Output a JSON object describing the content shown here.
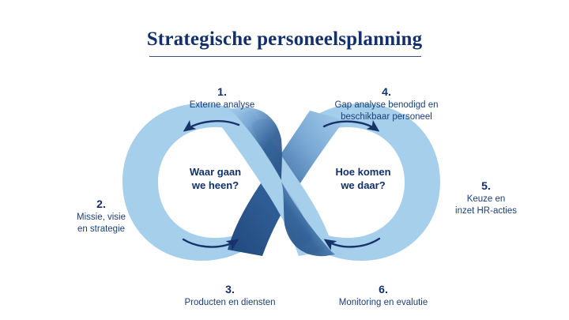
{
  "header": {
    "title": "Strategische personeelsplanning"
  },
  "diagram": {
    "type": "infinity-loop",
    "colors": {
      "band_light": "#a6cfec",
      "band_mid": "#8dc0e5",
      "band_dark": "#2f5e96",
      "band_darkest": "#204a7e",
      "text_navy": "#12306b",
      "label_navy": "#1b3f77",
      "rule": "#2f4f8f",
      "background": "#ffffff"
    },
    "inner_captions": [
      {
        "id": "left",
        "text": "Waar gaan\nwe heen?"
      },
      {
        "id": "right",
        "text": "Hoe komen\nwe daar?"
      }
    ],
    "arrows": [
      {
        "id": "left-top",
        "direction": "left"
      },
      {
        "id": "left-bottom",
        "direction": "right"
      },
      {
        "id": "right-top",
        "direction": "right"
      },
      {
        "id": "right-bottom",
        "direction": "left"
      }
    ],
    "steps": [
      {
        "number": "1.",
        "text": "Externe analyse",
        "position": "top-left"
      },
      {
        "number": "2.",
        "text": "Missie, visie\nen strategie",
        "position": "left"
      },
      {
        "number": "3.",
        "text": "Producten en diensten",
        "position": "bottom-left"
      },
      {
        "number": "4.",
        "text": "Gap analyse benodigd en\nbeschikbaar personeel",
        "position": "top-right"
      },
      {
        "number": "5.",
        "text": "Keuze en\ninzet HR-acties",
        "position": "right"
      },
      {
        "number": "6.",
        "text": "Monitoring en evalutie",
        "position": "bottom-right"
      }
    ]
  }
}
